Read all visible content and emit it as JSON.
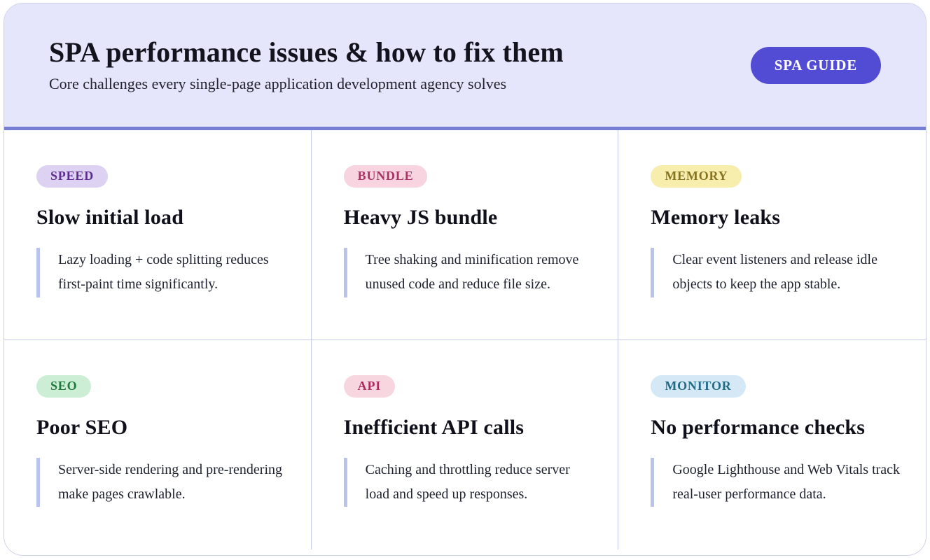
{
  "header": {
    "title": "SPA performance issues & how to fix them",
    "subtitle": "Core challenges every single-page application development agency solves",
    "badge_label": "SPA GUIDE",
    "badge_bg": "#524bd3",
    "accent_divider": "#767ed4",
    "background": "#e5e6fb"
  },
  "cards": [
    {
      "tag": "SPEED",
      "tag_bg": "#ddd2f1",
      "tag_color": "#5e2d91",
      "title": "Slow initial load",
      "body": "Lazy loading + code splitting reduces first-paint time significantly."
    },
    {
      "tag": "BUNDLE",
      "tag_bg": "#f8d3e0",
      "tag_color": "#a93366",
      "title": "Heavy JS bundle",
      "body": "Tree shaking and minification remove unused code and reduce file size."
    },
    {
      "tag": "MEMORY",
      "tag_bg": "#f7edad",
      "tag_color": "#877421",
      "title": "Memory leaks",
      "body": "Clear event listeners and release idle objects to keep the app stable."
    },
    {
      "tag": "SEO",
      "tag_bg": "#cceed4",
      "tag_color": "#1e7a3c",
      "title": "Poor SEO",
      "body": "Server-side rendering and pre-rendering make pages crawlable."
    },
    {
      "tag": "API",
      "tag_bg": "#f8d6e0",
      "tag_color": "#ad2d5e",
      "title": "Inefficient API calls",
      "body": "Caching and throttling reduce server load and speed up responses."
    },
    {
      "tag": "MONITOR",
      "tag_bg": "#d4e8f6",
      "tag_color": "#236a85",
      "title": "No performance checks",
      "body": "Google Lighthouse and Web Vitals track real-user performance data."
    }
  ]
}
